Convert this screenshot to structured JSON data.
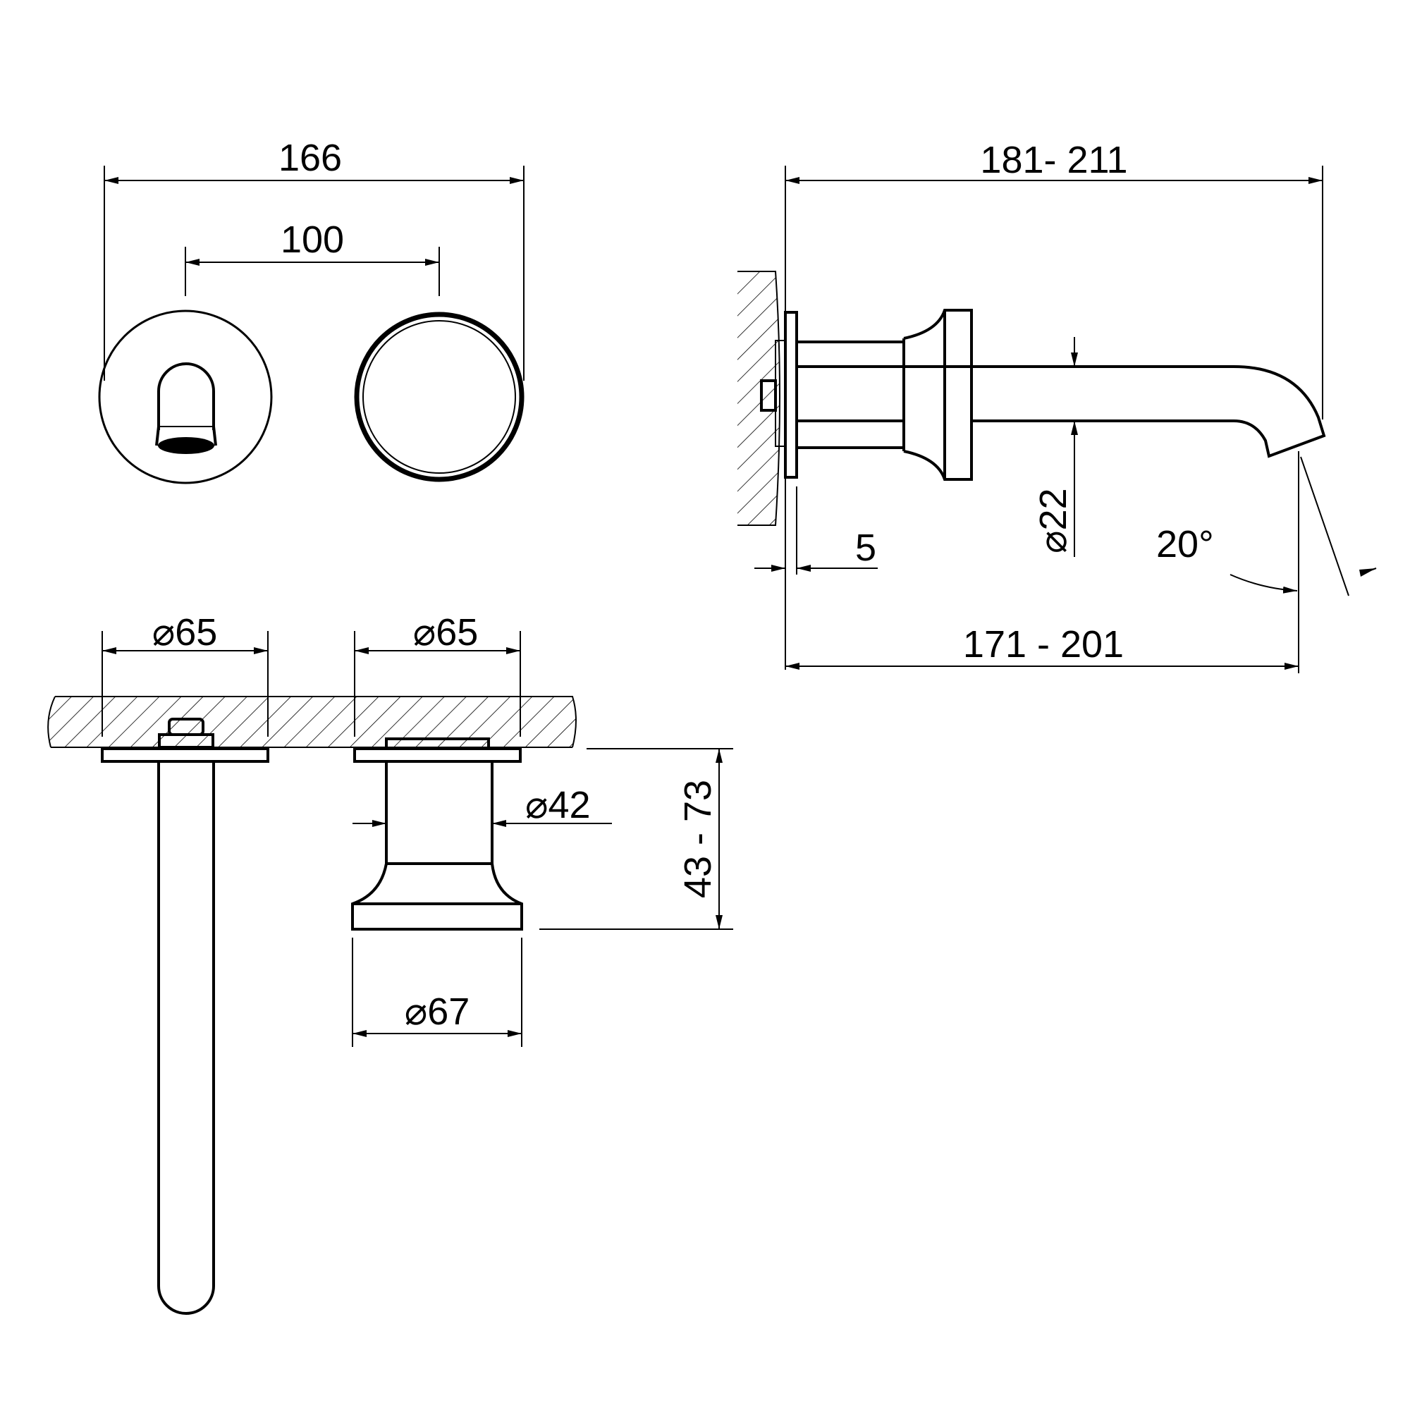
{
  "dimensions": {
    "overall_width": "166",
    "handle_spacing": "100",
    "projection_max": "181- 211",
    "flange_thickness": "5",
    "spout_diameter_symbol": "⌀",
    "spout_diameter": "22",
    "spout_angle": "20°",
    "projection_min": "171 - 201",
    "spout_rosette_diameter_symbol": "⌀",
    "spout_rosette_diameter": "65",
    "handle_rosette_diameter_symbol": "⌀",
    "handle_rosette_diameter": "65",
    "handle_body_diameter_symbol": "⌀",
    "handle_body_diameter": "42",
    "handle_depth": "43 - 73",
    "handle_cap_diameter_symbol": "⌀",
    "handle_cap_diameter": "67"
  }
}
